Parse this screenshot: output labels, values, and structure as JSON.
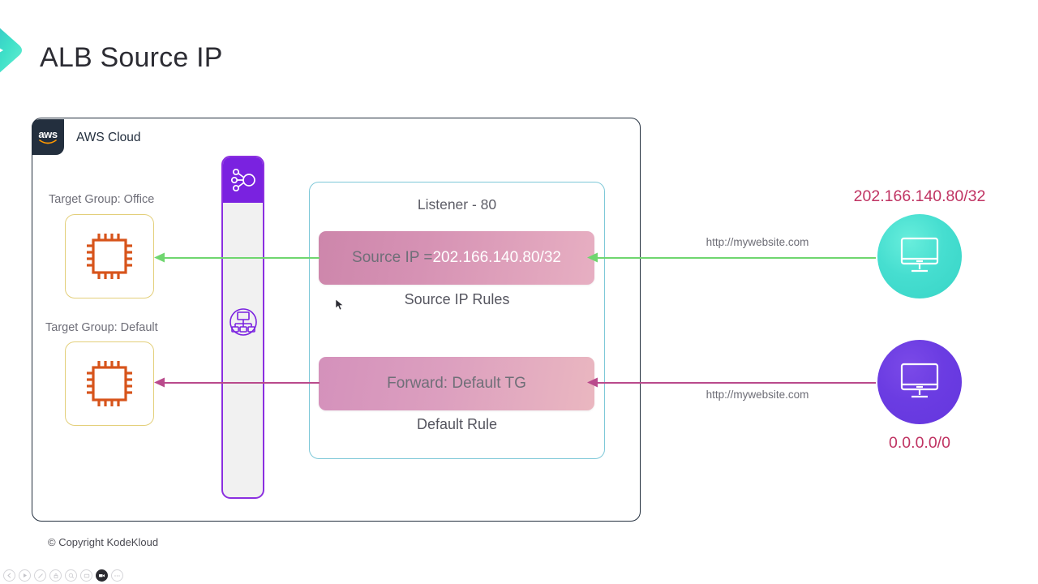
{
  "page": {
    "title": "ALB Source IP",
    "copyright": "© Copyright KodeKloud",
    "brand_accent": "#3fe0c8"
  },
  "cloud": {
    "badge_text": "aws",
    "label": "AWS Cloud",
    "border_color": "#232f3e"
  },
  "target_groups": [
    {
      "label": "Target Group: Office",
      "icon": "ec2-instance-icon",
      "border_color": "#e3cf7a",
      "icon_color": "#d7541b"
    },
    {
      "label": "Target Group: Default",
      "icon": "ec2-instance-icon",
      "border_color": "#e3cf7a",
      "icon_color": "#d7541b"
    }
  ],
  "load_balancer": {
    "header_icon": "load-balancer-icon",
    "body_icon": "target-group-network-icon",
    "header_color": "#7a22e0",
    "border_color": "#8b2fe0",
    "body_color": "#f1f1f1"
  },
  "listener": {
    "title": "Listener - 80",
    "border_color": "#7ec8d8",
    "rules": [
      {
        "pill_prefix": "Source IP = ",
        "pill_value": "202.166.140.80/32",
        "caption": "Source IP Rules"
      },
      {
        "pill_prefix": "Forward: Default TG",
        "pill_value": "",
        "caption": "Default Rule"
      }
    ]
  },
  "clients": [
    {
      "ip": "202.166.140.80/32",
      "ip_position": "above",
      "url": "http://mywebsite.com",
      "icon": "desktop-monitor-icon",
      "circle_color": "#46ded0",
      "flow_color": "#6fd66f"
    },
    {
      "ip": "0.0.0.0/0",
      "ip_position": "below",
      "url": "http://mywebsite.com",
      "icon": "desktop-monitor-icon",
      "circle_color": "#6b3ce2",
      "flow_color": "#b94a8c"
    }
  ],
  "toolbar": {
    "buttons": [
      {
        "name": "previous-slide-button",
        "glyph": "‹"
      },
      {
        "name": "play-button",
        "glyph": "▶"
      },
      {
        "name": "pen-annotate-button",
        "glyph": "✎"
      },
      {
        "name": "lock-button",
        "glyph": "⌂"
      },
      {
        "name": "zoom-search-button",
        "glyph": "⌕"
      },
      {
        "name": "screen-button",
        "glyph": "▭"
      },
      {
        "name": "record-video-button",
        "glyph": "▣"
      },
      {
        "name": "more-options-button",
        "glyph": "⋯"
      }
    ]
  }
}
